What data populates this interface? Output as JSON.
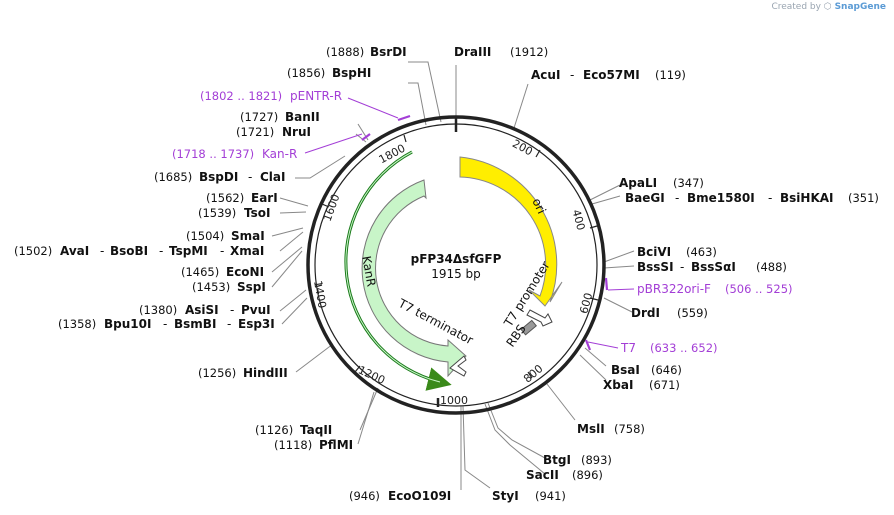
{
  "credit": {
    "created_by": "Created by",
    "brand": "SnapGene"
  },
  "plasmid": {
    "name": "pFP34ΔsfGFP",
    "size": "1915 bp"
  },
  "ticks": [
    "200",
    "400",
    "600",
    "800",
    "1000",
    "1200",
    "1400",
    "1600",
    "1800"
  ],
  "features": [
    {
      "name": "ori",
      "color": "#ffee00"
    },
    {
      "name": "KanR",
      "color": "#c8f5c8"
    },
    {
      "name": "T7 promoter",
      "color": "#ffffff"
    },
    {
      "name": "RBS",
      "color": "#999999"
    },
    {
      "name": "T7 terminator",
      "color": "#ffffff"
    }
  ],
  "enzymes": [
    {
      "id": "drai",
      "names": [
        "DraIII"
      ],
      "pos": "(1912)"
    },
    {
      "id": "bsrdi",
      "names": [
        "BsrDI"
      ],
      "pos": "(1888)"
    },
    {
      "id": "acui",
      "names": [
        "AcuI",
        "Eco57MI"
      ],
      "pos": "(119)"
    },
    {
      "id": "bsphi",
      "names": [
        "BspHI"
      ],
      "pos": "(1856)"
    },
    {
      "id": "banii",
      "names": [
        "BanII"
      ],
      "pos": "(1727)"
    },
    {
      "id": "nrui",
      "names": [
        "NruI"
      ],
      "pos": "(1721)"
    },
    {
      "id": "bspdi",
      "names": [
        "BspDI",
        "ClaI"
      ],
      "pos": "(1685)"
    },
    {
      "id": "eari",
      "names": [
        "EarI"
      ],
      "pos": "(1562)"
    },
    {
      "id": "tsoi",
      "names": [
        "TsoI"
      ],
      "pos": "(1539)"
    },
    {
      "id": "smai",
      "names": [
        "SmaI"
      ],
      "pos": "(1504)"
    },
    {
      "id": "avai",
      "names": [
        "AvaI",
        "BsoBI",
        "TspMI",
        "XmaI"
      ],
      "pos": "(1502)"
    },
    {
      "id": "econi",
      "names": [
        "EcoNI"
      ],
      "pos": "(1465)"
    },
    {
      "id": "sspi",
      "names": [
        "SspI"
      ],
      "pos": "(1453)"
    },
    {
      "id": "asisi",
      "names": [
        "AsiSI",
        "PvuI"
      ],
      "pos": "(1380)"
    },
    {
      "id": "bpu10i",
      "names": [
        "Bpu10I",
        "BsmBI",
        "Esp3I"
      ],
      "pos": "(1358)"
    },
    {
      "id": "hindiii",
      "names": [
        "HindIII"
      ],
      "pos": "(1256)"
    },
    {
      "id": "taqii",
      "names": [
        "TaqII"
      ],
      "pos": "(1126)"
    },
    {
      "id": "pflmi",
      "names": [
        "PflMI"
      ],
      "pos": "(1118)"
    },
    {
      "id": "ecoo109i",
      "names": [
        "EcoO109I"
      ],
      "pos": "(946)"
    },
    {
      "id": "styi",
      "names": [
        "StyI"
      ],
      "pos": "(941)"
    },
    {
      "id": "sacii",
      "names": [
        "SacII"
      ],
      "pos": "(896)"
    },
    {
      "id": "btgi",
      "names": [
        "BtgI"
      ],
      "pos": "(893)"
    },
    {
      "id": "msli",
      "names": [
        "MslI"
      ],
      "pos": "(758)"
    },
    {
      "id": "xbai",
      "names": [
        "XbaI"
      ],
      "pos": "(671)"
    },
    {
      "id": "bsai",
      "names": [
        "BsaI"
      ],
      "pos": "(646)"
    },
    {
      "id": "drdi",
      "names": [
        "DrdI"
      ],
      "pos": "(559)"
    },
    {
      "id": "bsssi",
      "names": [
        "BssSI",
        "BssSαI"
      ],
      "pos": "(488)"
    },
    {
      "id": "bcivi",
      "names": [
        "BciVI"
      ],
      "pos": "(463)"
    },
    {
      "id": "baegi",
      "names": [
        "BaeGI",
        "Bme1580I",
        "BsiHKAI"
      ],
      "pos": "(351)"
    },
    {
      "id": "apali",
      "names": [
        "ApaLI"
      ],
      "pos": "(347)"
    }
  ],
  "primers": [
    {
      "id": "pentr",
      "range": "(1802 .. 1821)",
      "name": "pENTR-R"
    },
    {
      "id": "kanr",
      "range": "(1718 .. 1737)",
      "name": "Kan-R"
    },
    {
      "id": "pbr322",
      "name": "pBR322ori-F",
      "range": "(506 .. 525)"
    },
    {
      "id": "t7",
      "name": "T7",
      "range": "(633 .. 652)"
    }
  ],
  "colors": {
    "backbone": "#222222",
    "primer": "#a33ed6",
    "ori": "#ffee00",
    "kanr": "#c8f5c8",
    "kanr_outline": "#1a7a1a",
    "rbs": "#999999"
  }
}
